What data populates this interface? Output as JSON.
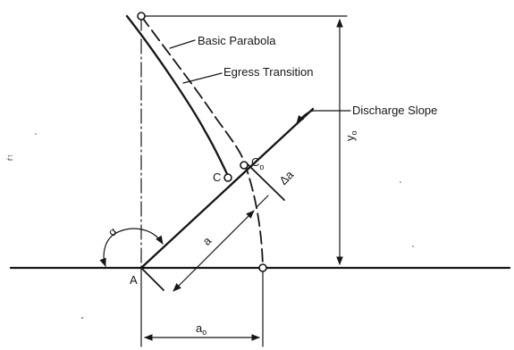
{
  "labels": {
    "basic_parabola": "Basic Parabola",
    "egress_transition": "Egress Transition",
    "discharge_slope": "Discharge Slope",
    "point_a": "A",
    "point_c": "C",
    "point_co": "C",
    "point_co_sub": "o",
    "angle_alpha": "α",
    "dim_a": "a",
    "dim_delta_a": "Δa",
    "dim_yo": "y",
    "dim_yo_sub": "o",
    "dim_ao": "a",
    "dim_ao_sub": "o",
    "side_mark": "ŕ↑"
  },
  "colors": {
    "ink": "#161616",
    "background": "#ffffff"
  }
}
